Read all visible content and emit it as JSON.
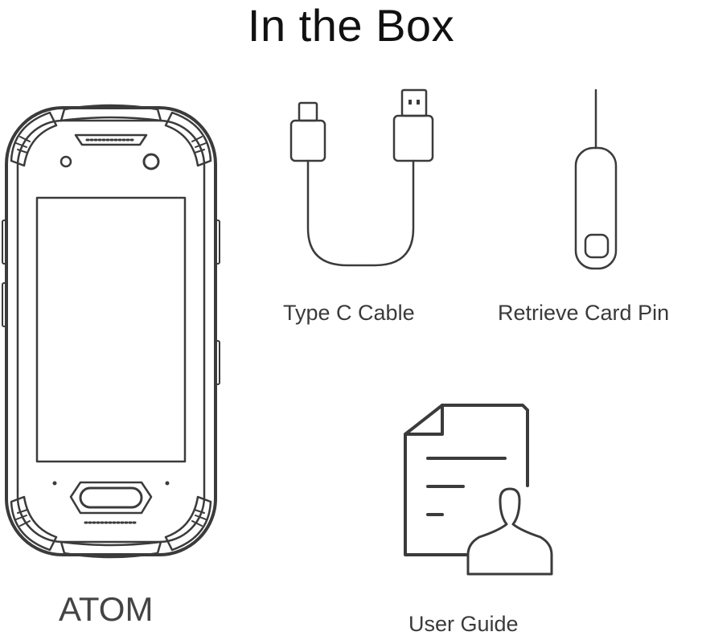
{
  "page": {
    "title": "In the Box"
  },
  "items": [
    {
      "id": "phone",
      "label": "ATOM",
      "icon": "rugged-phone-icon"
    },
    {
      "id": "cable",
      "label": "Type C Cable",
      "icon": "usb-c-cable-icon"
    },
    {
      "id": "pin",
      "label": "Retrieve Card Pin",
      "icon": "sim-eject-pin-icon"
    },
    {
      "id": "guide",
      "label": "User Guide",
      "icon": "user-guide-icon"
    }
  ],
  "colors": {
    "line_art": "#3b3b3b",
    "text": "#3a3a3a",
    "background": "#ffffff"
  }
}
